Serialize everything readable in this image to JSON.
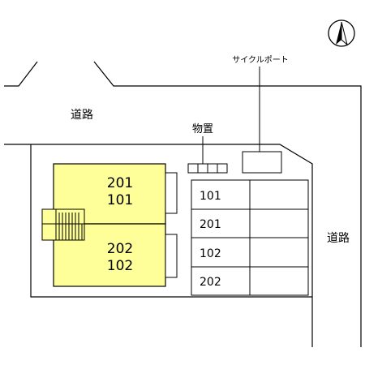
{
  "labels": {
    "road_top": "道路",
    "road_right": "道路",
    "storage": "物置",
    "cycle_port": "サイクルポート"
  },
  "building": {
    "upper_units": [
      "201",
      "101"
    ],
    "lower_units": [
      "202",
      "102"
    ]
  },
  "parking_spaces": [
    "101",
    "201",
    "102",
    "202"
  ],
  "colors": {
    "building_fill": "#ffff99",
    "line": "#000000"
  },
  "icons": {
    "compass": "north-arrow-icon"
  }
}
